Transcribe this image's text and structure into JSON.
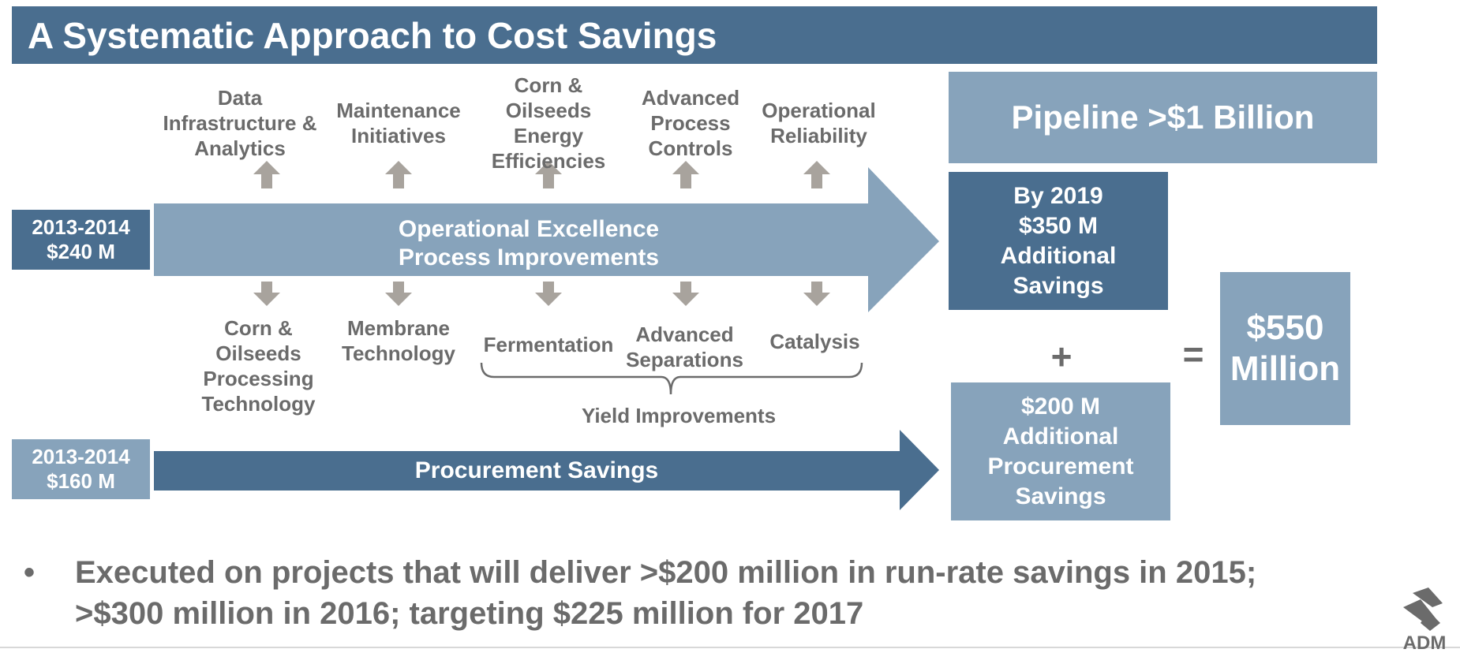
{
  "title": "A Systematic Approach to Cost Savings",
  "upper_labels": [
    [
      "Data",
      "Infrastructure &",
      "Analytics"
    ],
    [
      "Maintenance",
      "Initiatives"
    ],
    [
      "Corn &",
      "Oilseeds",
      "Energy",
      "Efficiencies"
    ],
    [
      "Advanced",
      "Process",
      "Controls"
    ],
    [
      "Operational",
      "Reliability"
    ]
  ],
  "lower_labels": [
    [
      "Corn &",
      "Oilseeds",
      "Processing",
      "Technology"
    ],
    [
      "Membrane",
      "Technology"
    ],
    [
      "Fermentation"
    ],
    [
      "Advanced",
      "Separations"
    ],
    [
      "Catalysis"
    ]
  ],
  "yield_label": "Yield Improvements",
  "ops_box": [
    "2013-2014",
    "$240 M"
  ],
  "ops_arrow": [
    "Operational Excellence",
    "Process Improvements"
  ],
  "proc_box": [
    "2013-2014",
    "$160 M"
  ],
  "proc_arrow": "Procurement Savings",
  "pipeline": "Pipeline >$1 Billion",
  "by2019": [
    "By 2019",
    "$350 M",
    "Additional",
    "Savings"
  ],
  "plus": "+",
  "equals": "=",
  "procurement_add": [
    "$200 M",
    "Additional",
    "Procurement",
    "Savings"
  ],
  "total": [
    "$550",
    "Million"
  ],
  "bullet_symbol": "•",
  "bullet_text": "Executed on projects that will deliver >$200 million in run-rate savings in 2015; >$300 million in 2016; targeting $225 million for 2017",
  "logo_text": "ADM",
  "colors": {
    "dark_blue": "#4a6e8f",
    "light_blue": "#87a3bb",
    "arrow_gray": "#a8a39d",
    "text_gray": "#6b6b6b"
  }
}
